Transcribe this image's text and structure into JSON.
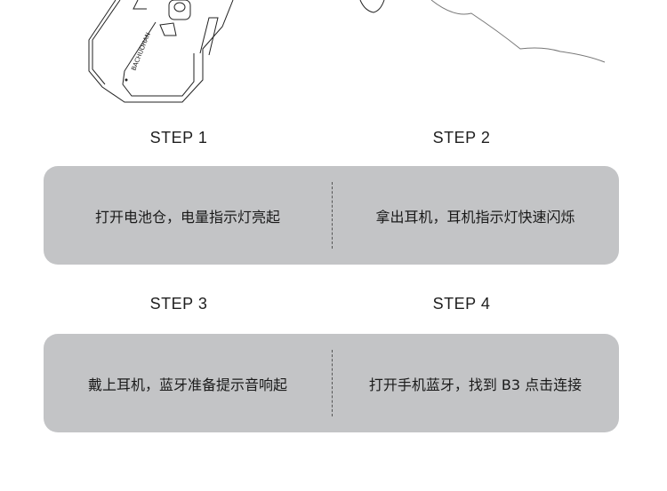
{
  "illustration": {
    "brand_text": "BACHUOHAN"
  },
  "steps": [
    {
      "label": "STEP 1",
      "text": "打开电池仓，电量指示灯亮起"
    },
    {
      "label": "STEP 2",
      "text": "拿出耳机，耳机指示灯快速闪烁"
    },
    {
      "label": "STEP 3",
      "text": "戴上耳机，蓝牙准备提示音响起"
    },
    {
      "label": "STEP 4",
      "text": "打开手机蓝牙，找到 B3 点击连接"
    }
  ]
}
